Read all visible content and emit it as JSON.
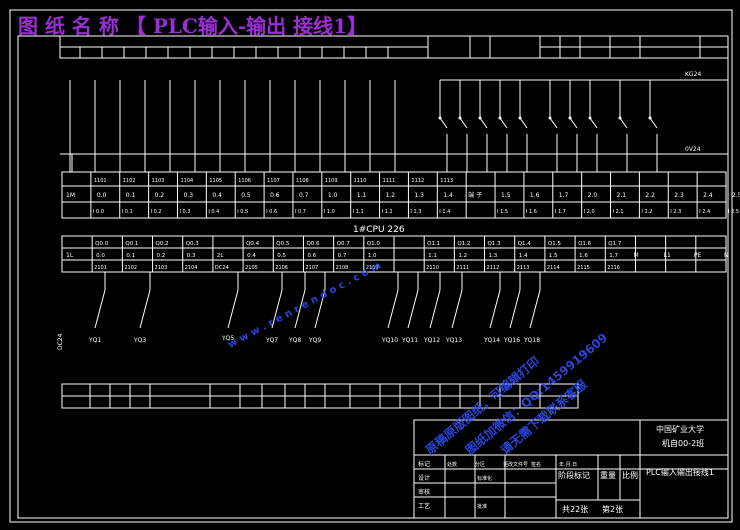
{
  "title": "图 纸 名 称 【 PLC输入-输出 接线1】",
  "top_right_label": "KG24",
  "ground_label": "0V24",
  "cpu_label": "1#CPU 226",
  "label_1M": "1M",
  "label_1L": "1L",
  "input_cells": [
    {
      "name": "0.0",
      "addr": "I 0.0"
    },
    {
      "name": "0.1",
      "addr": "I 0.1"
    },
    {
      "name": "0.2",
      "addr": "I 0.2"
    },
    {
      "name": "0.3",
      "addr": "I 0.3"
    },
    {
      "name": "0.4",
      "addr": "I 0.4"
    },
    {
      "name": "0.5",
      "addr": "I 0.5"
    },
    {
      "name": "0.6",
      "addr": "I 0.6"
    },
    {
      "name": "0.7",
      "addr": "I 0.7"
    },
    {
      "name": "1.0",
      "addr": "I 1.0"
    },
    {
      "name": "1.1",
      "addr": "I 1.1"
    },
    {
      "name": "1.2",
      "addr": "I 1.2"
    },
    {
      "name": "1.3",
      "addr": "I 1.3"
    },
    {
      "name": "1.4",
      "addr": "I 1.4"
    }
  ],
  "terminal_numbers_top": [
    "1101",
    "1102",
    "1103",
    "1104",
    "1105",
    "1106",
    "1107",
    "1108",
    "1109",
    "1110",
    "1111",
    "1112",
    "1113"
  ],
  "input_label": "端 子",
  "right_inputs": [
    "1.5",
    "1.6",
    "1.7",
    "2.0",
    "2.1",
    "2.2",
    "2.3",
    "2.4",
    "2.5"
  ],
  "right_inputs_addr": [
    "I 1.5",
    "I 1.6",
    "I 1.7",
    "I 2.0",
    "I 2.1",
    "I 2.2",
    "I 2.3",
    "I 2.4",
    "I 2.5"
  ],
  "output_cells": [
    "Q0.0",
    "Q0.1",
    "Q0.2",
    "Q0.3",
    "",
    "Q0.4",
    "Q0.5",
    "Q0.6",
    "Q0.7",
    "Q1.0",
    "",
    "Q1.1",
    "Q1.2",
    "Q1.3",
    "Q1.4",
    "Q1.5",
    "Q1.6",
    "Q1.7"
  ],
  "output_addr": [
    "0.0",
    "0.1",
    "0.2",
    "0.3",
    "2L",
    "0.4",
    "0.5",
    "0.6",
    "0.7",
    "1.0",
    "",
    "1.1",
    "1.2",
    "1.3",
    "1.4",
    "1.5",
    "1.6",
    "1.7"
  ],
  "output_terms": [
    "2101",
    "2102",
    "2103",
    "2104",
    "DC24",
    "2105",
    "2106",
    "2107",
    "2108",
    "2109",
    "",
    "2110",
    "2111",
    "2112",
    "2113",
    "2114",
    "2115",
    "2116"
  ],
  "coils": [
    "YQ1",
    "YQ3",
    "YQ5",
    "YQ7",
    "YQ8",
    "YQ9",
    "YQ10",
    "YQ11",
    "YQ12",
    "YQ13",
    "YQ14",
    "YQ16",
    "YQ18"
  ],
  "right_labels": [
    "M",
    "L1",
    "PE",
    "N"
  ],
  "school": "中国矿业大学",
  "class_name": "机自00-2班",
  "drawing_name": "PLC输入输出接线1",
  "stage_label": "阶段标记",
  "weight_label": "重量",
  "ratio_label": "比例",
  "sheets_total": "共22张",
  "sheet_no": "第2张",
  "tb_rows": [
    "标记",
    "设计",
    "审核",
    "工艺"
  ],
  "tb_cols": [
    "处数",
    "分区",
    "更改文件号",
    "签名",
    "年.月.日"
  ],
  "std_label": "标准化",
  "approve_label": "批准",
  "watermark_url": "w w w . r e n r e n d o c . c o m",
  "watermark_lines": [
    "原稿原版图纸，可编辑打印",
    "图纸加微信：QQ:1459919609",
    "请无需下载联系客服"
  ]
}
